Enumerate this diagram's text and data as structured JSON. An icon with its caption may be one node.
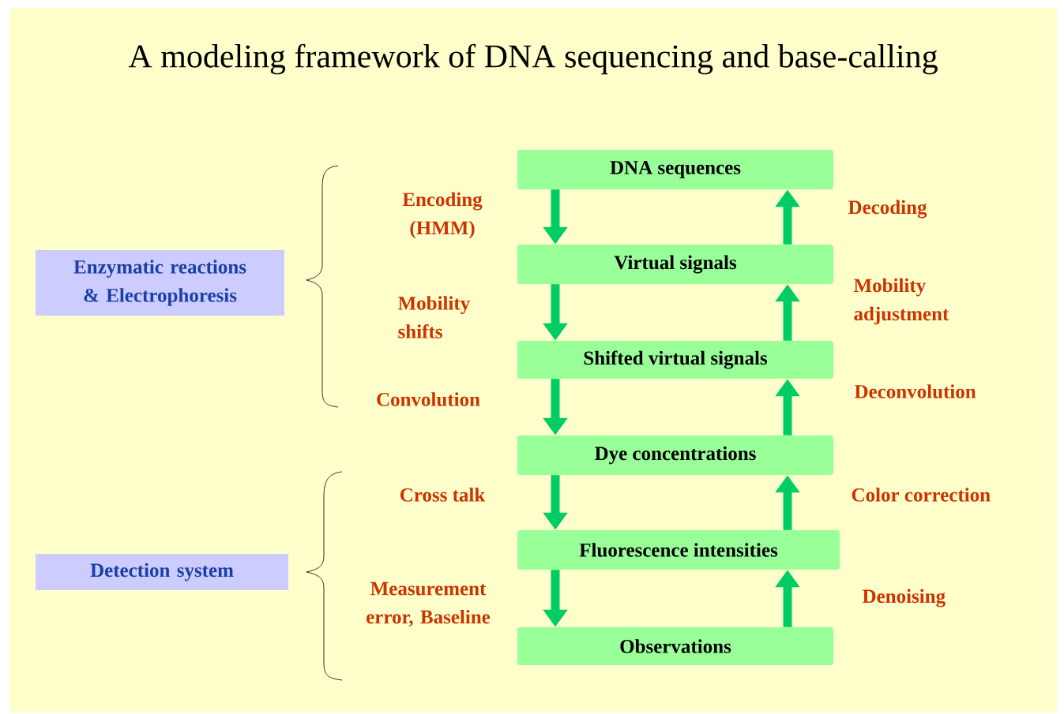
{
  "diagram": {
    "title": "A modeling framework of DNA sequencing and  base-calling",
    "nodes": [
      {
        "text": [
          "DNA sequences"
        ]
      },
      {
        "text": [
          "Virtual signals"
        ]
      },
      {
        "text": [
          "Shifted virtual signals"
        ]
      },
      {
        "text": [
          "Dye  concentrations"
        ]
      },
      {
        "text": [
          "Fluorescence  intensities"
        ]
      },
      {
        "text": [
          "Observations"
        ]
      },
      {
        "text": [
          "Enzymatic reactions & Electrophoresis"
        ]
      },
      {
        "text": [
          "Detection system"
        ]
      }
    ],
    "edges": [
      {
        "from": 0,
        "to": 1,
        "arrow": "to",
        "label": "Encoding (HMM)"
      },
      {
        "from": 1,
        "to": 0,
        "arrow": "to",
        "label": "Decoding"
      },
      {
        "from": 1,
        "to": 2,
        "arrow": "to",
        "label": "Mobility shifts"
      },
      {
        "from": 2,
        "to": 1,
        "arrow": "to",
        "label": "Mobility adjustment"
      },
      {
        "from": 2,
        "to": 3,
        "arrow": "to",
        "label": "Convolution"
      },
      {
        "from": 3,
        "to": 2,
        "arrow": "to",
        "label": "Deconvolution"
      },
      {
        "from": 3,
        "to": 4,
        "arrow": "to",
        "label": "Cross talk"
      },
      {
        "from": 4,
        "to": 3,
        "arrow": "to",
        "label": "Color correction"
      },
      {
        "from": 4,
        "to": 5,
        "arrow": "to",
        "label": "Measurement error, Baseline"
      },
      {
        "from": 5,
        "to": 4,
        "arrow": "to",
        "label": "Denoising"
      }
    ]
  }
}
